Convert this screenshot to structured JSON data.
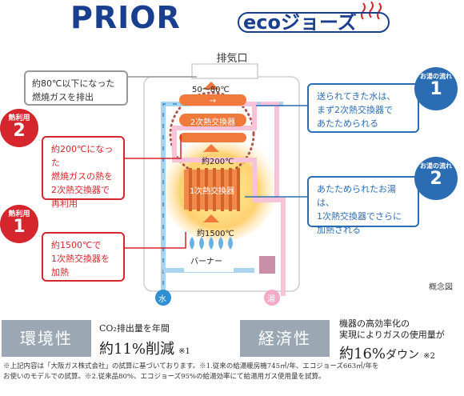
{
  "brand": {
    "prior": "PRIOR",
    "eco": "ecoジョーズ"
  },
  "diagram": {
    "exhaust_title": "排気口",
    "temp_top": "50〜80℃",
    "temp_mid": "約200℃",
    "temp_bottom": "約1500℃",
    "hx2_label": "2次熱交換器",
    "hx1_label": "1次熱交換器",
    "burner_label": "バーナー",
    "water_label": "水",
    "hot_label": "湯",
    "concept_label": "概念図"
  },
  "callouts": {
    "exhaust": {
      "line1": "約80℃以下になった",
      "line2": "燃焼ガスを排出"
    },
    "heat2": {
      "badge_label": "熱利用",
      "badge_num": "2",
      "lines": [
        "約200℃になった",
        "燃焼ガスの熱を",
        "2次熱交換器で",
        "再利用"
      ]
    },
    "heat1": {
      "badge_label": "熱利用",
      "badge_num": "1",
      "lines": [
        "約1500℃で",
        "1次熱交換器を",
        "加熱"
      ]
    },
    "flow1": {
      "badge_label": "お湯の流れ",
      "badge_num": "1",
      "lines": [
        "送られてきた水は、",
        "まず2次熱交換器で",
        "あたためられる"
      ]
    },
    "flow2": {
      "badge_label": "お湯の流れ",
      "badge_num": "2",
      "lines": [
        "あたためられたお湯は、",
        "1次熱交換器でさらに",
        "加熱される"
      ]
    }
  },
  "benefits": {
    "env": {
      "label": "環境性",
      "desc": "CO₂排出量を年間",
      "prefix": "約",
      "value": "11%",
      "suffix": "削減",
      "note": "※1"
    },
    "econ": {
      "label": "経済性",
      "desc1": "機器の高効率化の",
      "desc2": "実現によりガスの使用量が",
      "prefix": "約",
      "value": "16%",
      "suffix": "ダウン",
      "note": "※2"
    }
  },
  "footnote": {
    "line1": "※上記内容は「大阪ガス株式会社」の試算に基づいております。※1.従来の給湯暖房機745㎥/年、エコジョーズ663㎥/年を",
    "line2": "お使いのモデルでの試算。※2.従来品80%、エコジョーズ95%の給湯効率にて給湯用ガス使用量を試算。"
  }
}
